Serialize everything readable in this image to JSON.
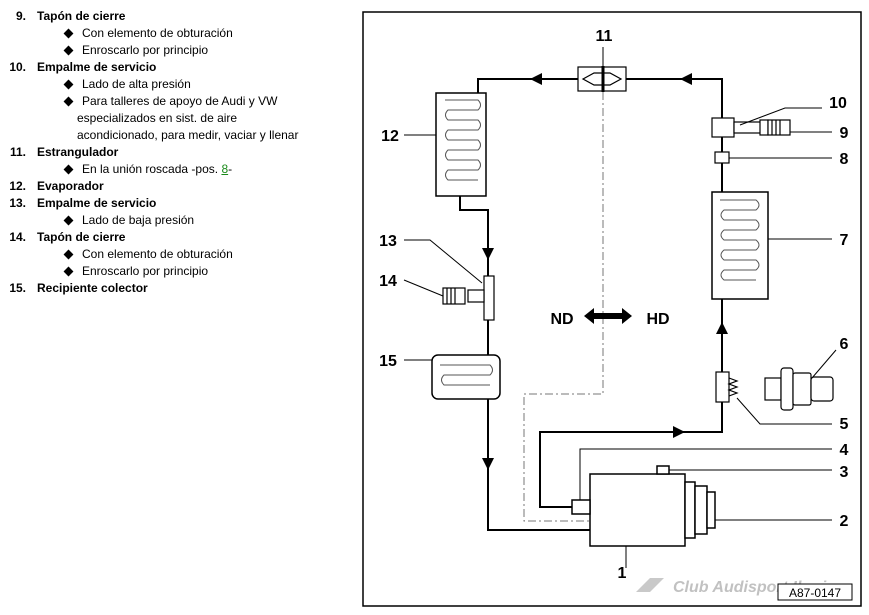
{
  "legend": [
    {
      "num": "9.",
      "title": "Tapón de cierre",
      "subs": [
        "Con elemento de obturación",
        "Enroscarlo por principio"
      ]
    },
    {
      "num": "10.",
      "title": "Empalme de servicio",
      "subs": [
        "Lado de alta presión"
      ],
      "multi": [
        "Para talleres de apoyo de Audi y VW",
        "especializados en sist. de aire",
        "acondicionado, para medir, vaciar y llenar"
      ]
    },
    {
      "num": "11.",
      "title": "Estrangulador",
      "ref_text": "En la unión roscada -pos.",
      "ref_link": "8",
      "ref_suffix": "-"
    },
    {
      "num": "12.",
      "title": "Evaporador"
    },
    {
      "num": "13.",
      "title": "Empalme de servicio",
      "subs": [
        "Lado de baja presión"
      ]
    },
    {
      "num": "14.",
      "title": "Tapón de cierre",
      "subs": [
        "Con elemento de obturación",
        "Enroscarlo por principio"
      ]
    },
    {
      "num": "15.",
      "title": "Recipiente colector"
    }
  ],
  "diagram": {
    "labels": {
      "n1": "1",
      "n2": "2",
      "n3": "3",
      "n4": "4",
      "n5": "5",
      "n6": "6",
      "n7": "7",
      "n8": "8",
      "n9": "9",
      "n10": "10",
      "n11": "11",
      "n12": "12",
      "n13": "13",
      "n14": "14",
      "n15": "15"
    },
    "nd": "ND",
    "hd": "HD",
    "code": "A87-0147",
    "watermark": "Club Audisport Iberia"
  }
}
